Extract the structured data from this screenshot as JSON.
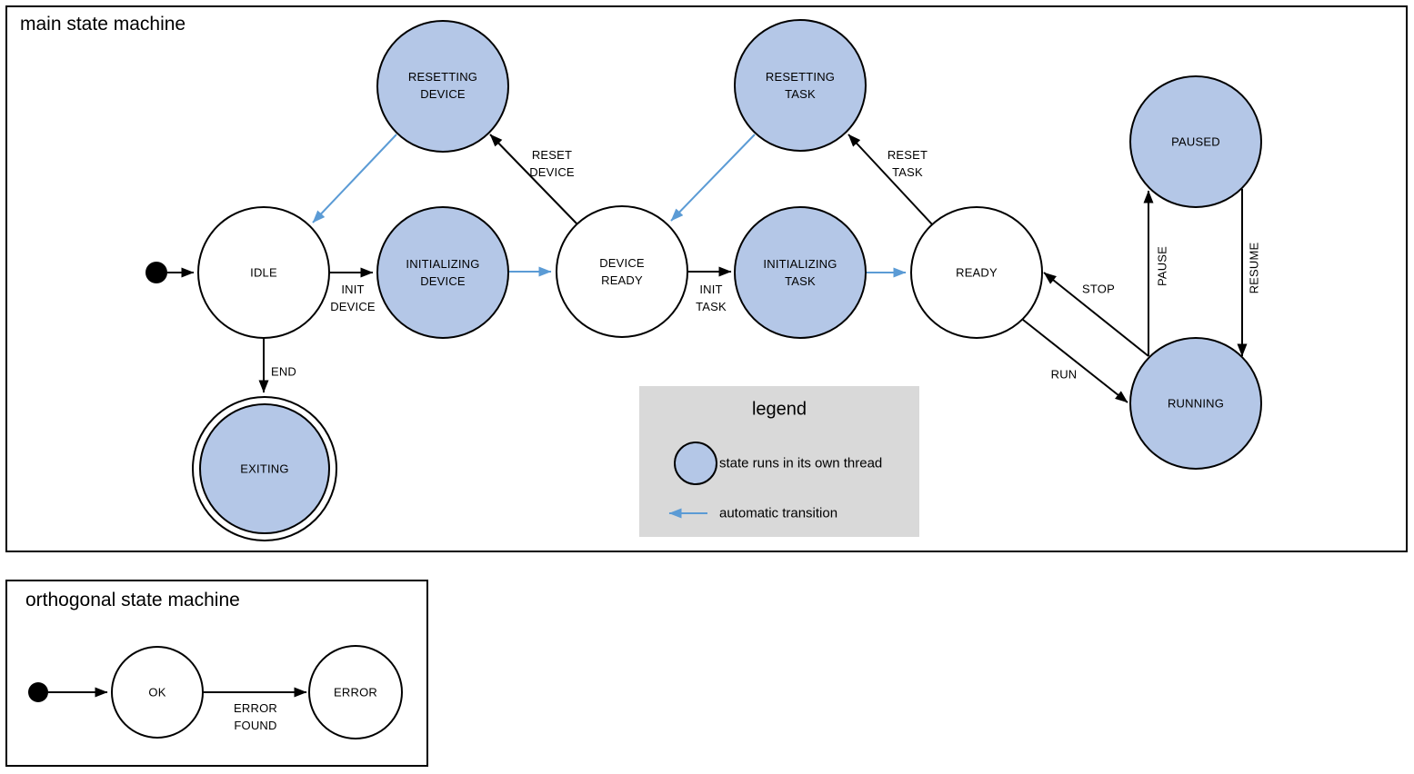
{
  "colors": {
    "state_fill": "#b4c7e7",
    "auto_blue": "#5b9bd5",
    "legend_bg": "#d9d9d9",
    "line": "#000000"
  },
  "main_machine": {
    "title": "main state machine",
    "states": {
      "idle": {
        "label": "IDLE"
      },
      "resetting_device": {
        "label": "RESETTING\nDEVICE"
      },
      "initializing_device": {
        "label": "INITIALIZING\nDEVICE"
      },
      "device_ready": {
        "label": "DEVICE\nREADY"
      },
      "resetting_task": {
        "label": "RESETTING\nTASK"
      },
      "initializing_task": {
        "label": "INITIALIZING\nTASK"
      },
      "ready": {
        "label": "READY"
      },
      "paused": {
        "label": "PAUSED"
      },
      "running": {
        "label": "RUNNING"
      },
      "exiting": {
        "label": "EXITING"
      }
    },
    "transitions": {
      "init_device": {
        "label": "INIT\nDEVICE"
      },
      "reset_device": {
        "label": "RESET\nDEVICE"
      },
      "init_task": {
        "label": "INIT\nTASK"
      },
      "reset_task": {
        "label": "RESET\nTASK"
      },
      "run": {
        "label": "RUN"
      },
      "stop": {
        "label": "STOP"
      },
      "pause": {
        "label": "PAUSE"
      },
      "resume": {
        "label": "RESUME"
      },
      "end": {
        "label": "END"
      }
    }
  },
  "legend": {
    "title": "legend",
    "thread_item": "state runs in its own thread",
    "auto_item": "automatic transition"
  },
  "orthogonal_machine": {
    "title": "orthogonal state machine",
    "states": {
      "ok": {
        "label": "OK"
      },
      "error": {
        "label": "ERROR"
      }
    },
    "transitions": {
      "error_found": {
        "label": "ERROR\nFOUND"
      }
    }
  }
}
